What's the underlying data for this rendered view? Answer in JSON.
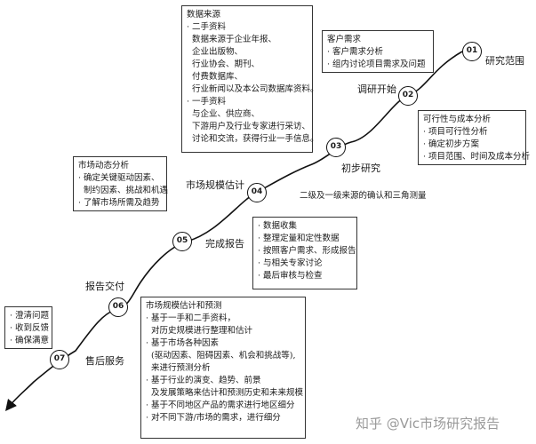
{
  "stages": [
    {
      "num": "01",
      "label": "研究范围"
    },
    {
      "num": "02",
      "label": "调研开始"
    },
    {
      "num": "03",
      "label": "初步研究"
    },
    {
      "num": "04",
      "label": "市场规模估计"
    },
    {
      "num": "05",
      "label": "完成报告"
    },
    {
      "num": "06",
      "label": "报告交付"
    },
    {
      "num": "07",
      "label": "售后服务"
    }
  ],
  "boxes": {
    "data_sources": {
      "title": "数据来源",
      "lines": [
        "· 二手资料",
        "  数据来源于企业年报、",
        "  企业出版物、",
        "  行业协会、期刊、",
        "  付费数据库、",
        "  行业新闻以及本公司数据库资料。",
        "· 一手资料",
        "  与企业、供应商、",
        "  下游用户及行业专家进行采访、",
        "  讨论和交流，获得行业一手信息。"
      ]
    },
    "customer_needs": {
      "title": "客户需求",
      "lines": [
        "· 客户需求分析",
        "· 组内讨论项目需求及问题"
      ]
    },
    "feasibility": {
      "title": "可行性与成本分析",
      "lines": [
        "· 项目可行性分析",
        "· 确定初步方案",
        "· 项目范围、时间及成本分析"
      ]
    },
    "market_dynamics": {
      "title": "市场动态分析",
      "lines": [
        "· 确定关键驱动因素、",
        "  制约因素、挑战和机遇",
        "· 了解市场所需及趋势"
      ]
    },
    "data_collection": {
      "title": "",
      "lines": [
        "· 数据收集",
        "· 整理定量和定性数据",
        "· 按照客户需求、形成报告",
        "· 与相关专家讨论",
        "· 最后审核与检查"
      ]
    },
    "after_sales": {
      "title": "",
      "lines": [
        "· 澄清问题",
        "· 收到反馈",
        "· 确保满意"
      ]
    },
    "market_estimation": {
      "title": "市场规模估计和预测",
      "lines": [
        "· 基于一手和二手资料，",
        "  对历史规模进行整理和估计",
        "· 基于市场各种因素",
        "  (驱动因素、阻碍因素、机会和挑战等),",
        "  来进行预测分析",
        "· 基于行业的演变、趋势、前景",
        "  及发展策略来估计和预测历史和未来规模",
        "· 基于不同地区产品的需求进行地区细分",
        "· 对不同下游/市场的需求，进行细分"
      ]
    }
  },
  "triangulation_note": "二级及一级来源的确认和三角测量",
  "watermark": "知乎 @Vic市场研究报告"
}
